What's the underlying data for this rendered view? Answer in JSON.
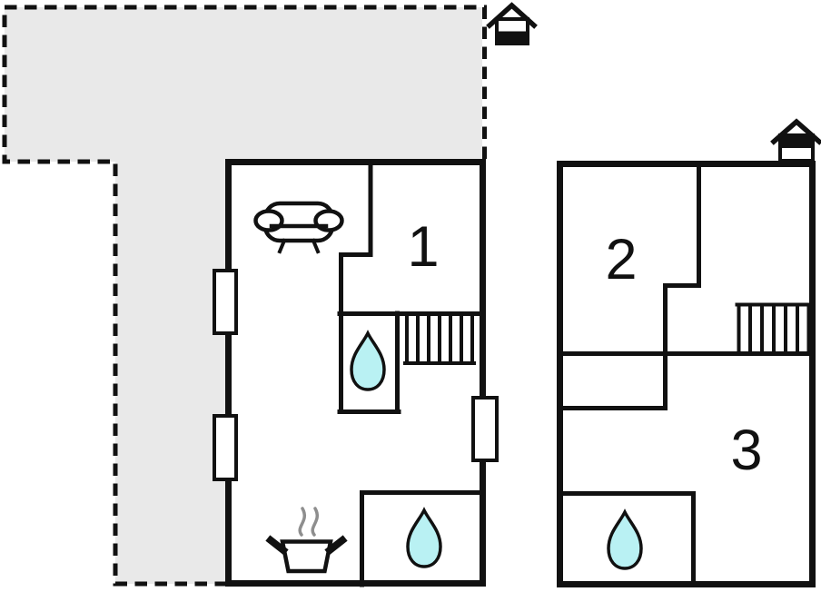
{
  "colors": {
    "paper": "#ffffff",
    "wall": "#111111",
    "terrace": "#e9e9e9",
    "water": "#b9f1f3",
    "steam": "#8e8e8e"
  },
  "rooms": [
    {
      "id": "room-1",
      "label": "1",
      "floor": "ground"
    },
    {
      "id": "room-2",
      "label": "2",
      "floor": "upper"
    },
    {
      "id": "room-3",
      "label": "3",
      "floor": "upper"
    }
  ],
  "icons": {
    "sofa": "sofa-icon",
    "stove": "stove-icon",
    "water_drop": "water-drop-icon",
    "stairs": "stairs-icon",
    "window": "window-marker",
    "ground_storey_marker": "ground-floor-house-icon",
    "upper_storey_marker": "upper-floor-house-icon",
    "terrace_outline": "dashed-terrace-outline"
  }
}
